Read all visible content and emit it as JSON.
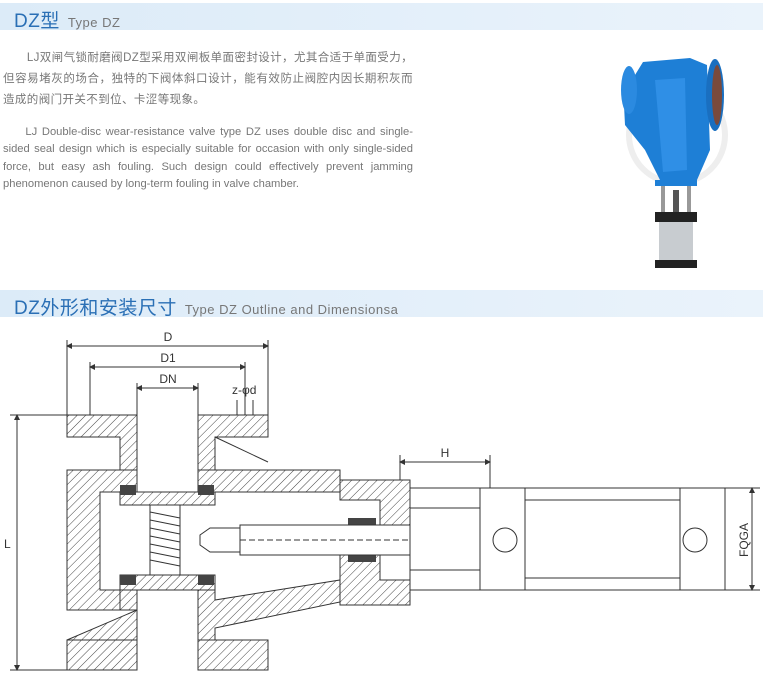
{
  "section1": {
    "title_cn": "DZ型",
    "title_en": "Type DZ",
    "desc_cn": "LJ双闸气锁耐磨阀DZ型采用双闸板单面密封设计，尤其合适于单面受力，但容易堵灰的场合，独特的下阀体斜口设计，能有效防止阀腔内因长期积灰而造成的阀门开关不到位、卡涩等现象。",
    "desc_en": "LJ Double-disc wear-resistance valve type DZ uses double disc and single-sided seal design which is especially suitable for occasion with only single-sided force, but easy ash fouling. Such design could effectively prevent jamming phenomenon caused by long-term fouling in valve chamber."
  },
  "section2": {
    "title_cn": "DZ外形和安装尺寸",
    "title_en": "Type DZ Outline and  Dimensionsa"
  },
  "drawing_labels": {
    "D": "D",
    "D1": "D1",
    "DN": "DN",
    "bolt": "z-φd",
    "H": "H",
    "L": "L",
    "FQGA": "FQGA"
  },
  "colors": {
    "accent": "#2a6fb5",
    "header_bg": "#dcebf8",
    "valve_blue": "#1e7fd6"
  }
}
